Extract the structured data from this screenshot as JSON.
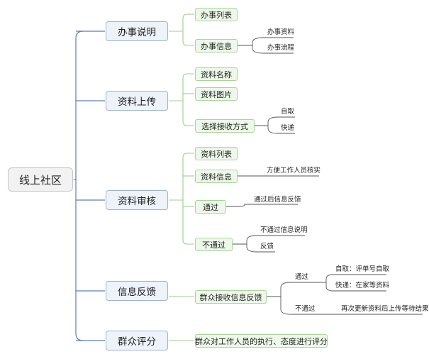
{
  "root": {
    "label": "线上社区"
  },
  "branches": [
    {
      "label": "办事说明",
      "children": [
        {
          "label": "办事列表"
        },
        {
          "label": "办事信息",
          "children": [
            "办事资料",
            "办事流程"
          ]
        }
      ]
    },
    {
      "label": "资料上传",
      "children": [
        {
          "label": "资料名称"
        },
        {
          "label": "资料图片"
        },
        {
          "label": "选择接收方式",
          "children": [
            "自取",
            "快递"
          ]
        }
      ]
    },
    {
      "label": "资料审核",
      "children": [
        {
          "label": "资料列表"
        },
        {
          "label": "资料信息",
          "children": [
            "方便工作人员核实"
          ]
        },
        {
          "label": "通过",
          "children": [
            "通过后信息反馈"
          ]
        },
        {
          "label": "不通过",
          "children": [
            "不通过信息说明",
            "反馈"
          ]
        }
      ]
    },
    {
      "label": "信息反馈",
      "children": [
        {
          "label": "群众接收信息反馈",
          "children": [
            {
              "label": "通过",
              "children": [
                "自取：评单号自取",
                "快递：在家等资料"
              ]
            },
            {
              "label": "不通过",
              "children": [
                "再次更新资料后上传等待结果"
              ]
            }
          ]
        }
      ]
    },
    {
      "label": "群众评分",
      "children": [
        {
          "label": "群众对工作人员的执行、态度进行评分"
        }
      ]
    }
  ],
  "colors": {
    "branch_line": "#5b7fb4",
    "sub_line": "#9ccf8c",
    "leaf_line": "#555555"
  }
}
